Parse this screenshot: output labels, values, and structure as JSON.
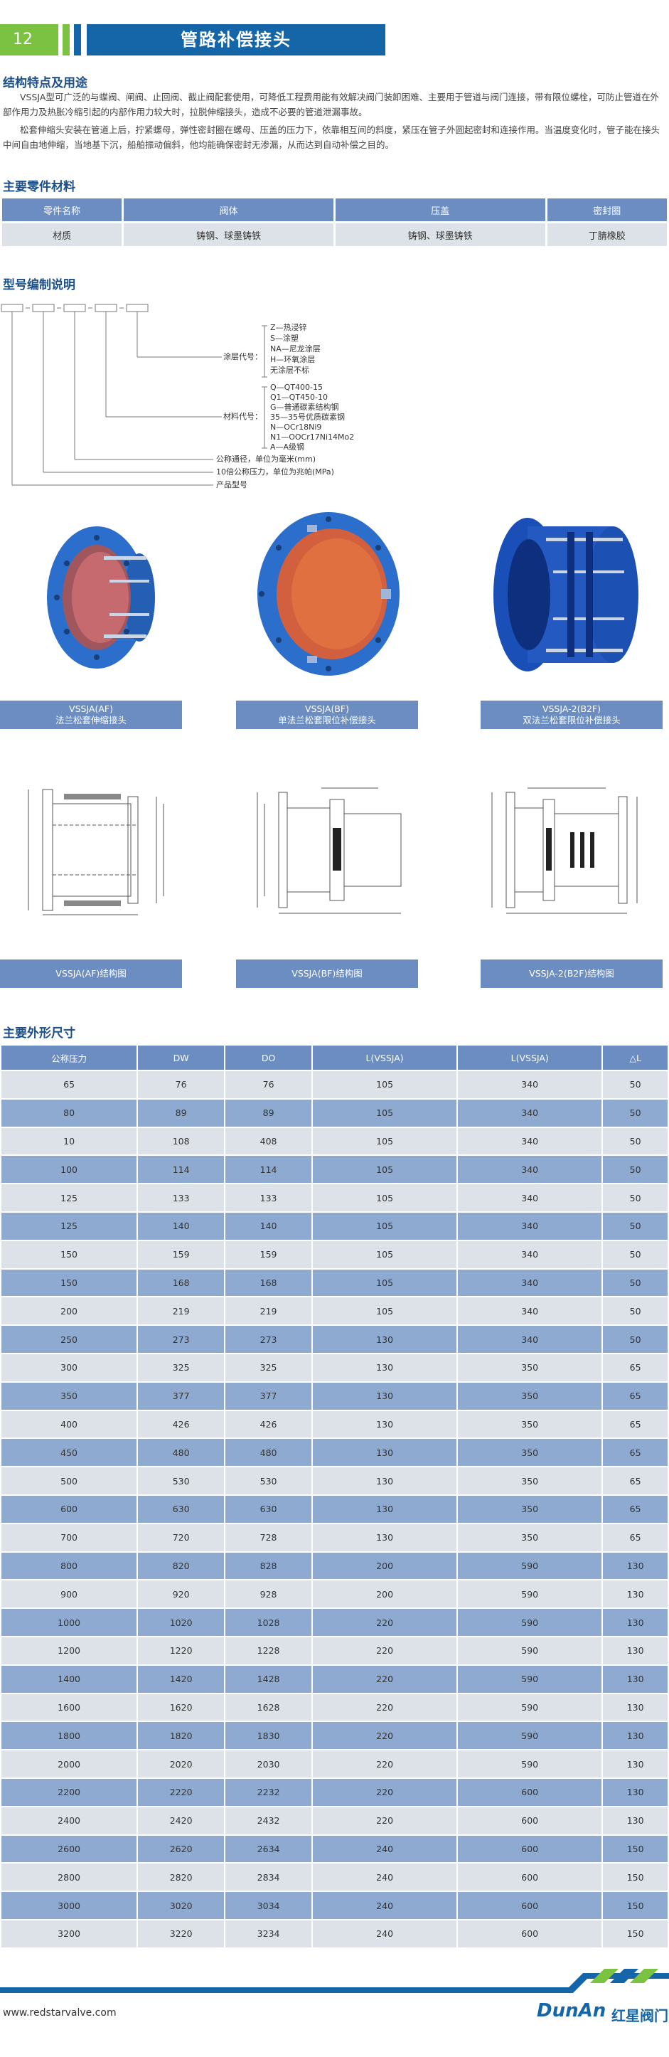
{
  "header": {
    "page_number": "12",
    "title": "管路补偿接头"
  },
  "features": {
    "title": "结构特点及用途",
    "p1": "VSSJA型可广泛的与蝶阀、闸阀、止回阀、截止阀配套使用，可降低工程费用能有效解决阀门装卸困难、主要用于管道与阀门连接，带有限位螺栓，可防止管道在外部作用力及热胀冷缩引起的内部作用力较大时，拉脱伸缩接头，造成不必要的管道泄漏事故。",
    "p2": "松套伸缩头安装在管道上后，拧紧螺母，弹性密封圈在螺母、压盖的压力下，依靠相互间的斜度，紧压在管子外圆起密封和连接作用。当温度变化时，管子能在接头中间自由地伸缩，当地基下沉，船舶振动偏斜，他均能确保密封无渗漏，从而达到自动补偿之目的。"
  },
  "parts": {
    "title": "主要零件材料",
    "headers": [
      "零件名称",
      "阀体",
      "压盖",
      "密封圈"
    ],
    "row": [
      "材质",
      "铸钢、球墨铸铁",
      "铸钢、球墨铸铁",
      "丁腈橡胶"
    ]
  },
  "model": {
    "title": "型号编制说明",
    "coating_label": "涂层代号：",
    "coatings": [
      "Z—热浸锌",
      "S—涂塑",
      "NA—尼龙涂层",
      "H—环氧涂层",
      "无涂层不标"
    ],
    "material_label": "材料代号：",
    "materials": [
      "Q—QT400-15",
      "Q1—QT450-10",
      "G—普通碳素结构钢",
      "35—35号优质碳素钢",
      "N—OCr18Ni9",
      "N1—OOCr17Ni14Mo2",
      "A—A级钢"
    ],
    "dn_note": "公称通径，单位为毫米(mm)",
    "pn_note": "10倍公称压力，单位为兆帕(MPa)",
    "product_note": "产品型号"
  },
  "products": [
    {
      "code": "VSSJA(AF)",
      "name": "法兰松套伸缩接头"
    },
    {
      "code": "VSSJA(BF)",
      "name": "单法兰松套限位补偿接头"
    },
    {
      "code": "VSSJA-2(B2F)",
      "name": "双法兰松套限位补偿接头"
    }
  ],
  "structure_captions": [
    "VSSJA(AF)结构图",
    "VSSJA(BF)结构图",
    "VSSJA-2(B2F)结构图"
  ],
  "dimensions": {
    "title": "主要外形尺寸",
    "headers": [
      "公称压力",
      "DW",
      "DO",
      "L(VSSJA)",
      "L(VSSJA)",
      "△L"
    ],
    "rows": [
      [
        "65",
        "76",
        "76",
        "105",
        "340",
        "50"
      ],
      [
        "80",
        "89",
        "89",
        "105",
        "340",
        "50"
      ],
      [
        "10",
        "108",
        "408",
        "105",
        "340",
        "50"
      ],
      [
        "100",
        "114",
        "114",
        "105",
        "340",
        "50"
      ],
      [
        "125",
        "133",
        "133",
        "105",
        "340",
        "50"
      ],
      [
        "125",
        "140",
        "140",
        "105",
        "340",
        "50"
      ],
      [
        "150",
        "159",
        "159",
        "105",
        "340",
        "50"
      ],
      [
        "150",
        "168",
        "168",
        "105",
        "340",
        "50"
      ],
      [
        "200",
        "219",
        "219",
        "105",
        "340",
        "50"
      ],
      [
        "250",
        "273",
        "273",
        "130",
        "340",
        "50"
      ],
      [
        "300",
        "325",
        "325",
        "130",
        "350",
        "65"
      ],
      [
        "350",
        "377",
        "377",
        "130",
        "350",
        "65"
      ],
      [
        "400",
        "426",
        "426",
        "130",
        "350",
        "65"
      ],
      [
        "450",
        "480",
        "480",
        "130",
        "350",
        "65"
      ],
      [
        "500",
        "530",
        "530",
        "130",
        "350",
        "65"
      ],
      [
        "600",
        "630",
        "630",
        "130",
        "350",
        "65"
      ],
      [
        "700",
        "720",
        "728",
        "130",
        "350",
        "65"
      ],
      [
        "800",
        "820",
        "828",
        "200",
        "590",
        "130"
      ],
      [
        "900",
        "920",
        "928",
        "200",
        "590",
        "130"
      ],
      [
        "1000",
        "1020",
        "1028",
        "220",
        "590",
        "130"
      ],
      [
        "1200",
        "1220",
        "1228",
        "220",
        "590",
        "130"
      ],
      [
        "1400",
        "1420",
        "1428",
        "220",
        "590",
        "130"
      ],
      [
        "1600",
        "1620",
        "1628",
        "220",
        "590",
        "130"
      ],
      [
        "1800",
        "1820",
        "1830",
        "220",
        "590",
        "130"
      ],
      [
        "2000",
        "2020",
        "2030",
        "220",
        "590",
        "130"
      ],
      [
        "2200",
        "2220",
        "2232",
        "220",
        "600",
        "130"
      ],
      [
        "2400",
        "2420",
        "2432",
        "220",
        "600",
        "130"
      ],
      [
        "2600",
        "2620",
        "2634",
        "240",
        "600",
        "150"
      ],
      [
        "2800",
        "2820",
        "2834",
        "240",
        "600",
        "150"
      ],
      [
        "3000",
        "3020",
        "3034",
        "240",
        "600",
        "150"
      ],
      [
        "3200",
        "3220",
        "3234",
        "240",
        "600",
        "150"
      ]
    ]
  },
  "footer": {
    "url": "www.redstarvalve.com",
    "logo_en": "DunAn",
    "logo_cn": "红星阀门"
  },
  "colors": {
    "brand_blue": "#1566a8",
    "green": "#7cc242",
    "table_header": "#6b8dc1"
  }
}
